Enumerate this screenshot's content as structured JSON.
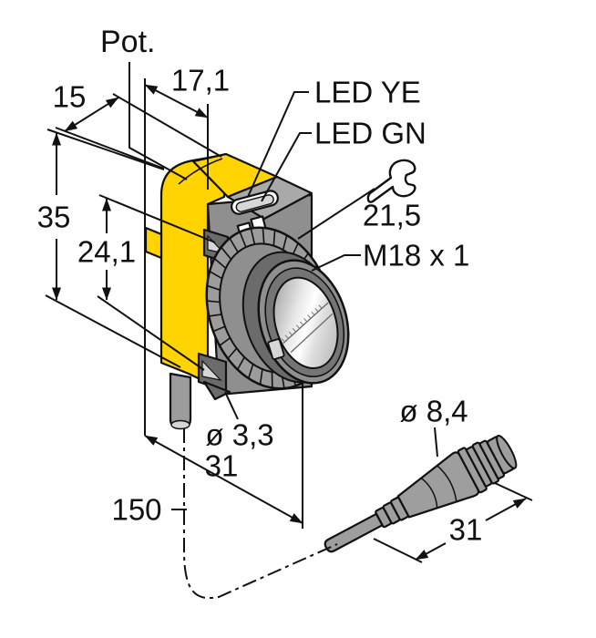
{
  "drawing": {
    "labels": {
      "pot": "Pot.",
      "dim_top_width": "15",
      "dim_top_depth": "17,1",
      "dim_height": "35",
      "dim_hole_spacing": "24,1",
      "led_yellow": "LED YE",
      "led_green": "LED GN",
      "wrench_size": "21,5",
      "thread": "M18 x 1",
      "hole_diameter": "ø 3,3",
      "dim_body_length": "31",
      "cable_length": "150",
      "connector_diameter": "ø 8,4",
      "connector_length": "31"
    },
    "colors": {
      "housing_yellow": "#FFD400",
      "body_gray": "#8F8F8F",
      "body_gray_light": "#A9A9A9",
      "body_gray_dark": "#6B6B6B",
      "nut_gray": "#9C9C9C",
      "connector_gray": "#9E9E9E",
      "detail_light": "#D6D6D6",
      "line": "#111111"
    },
    "icons": {
      "wrench": "wrench-icon"
    }
  }
}
